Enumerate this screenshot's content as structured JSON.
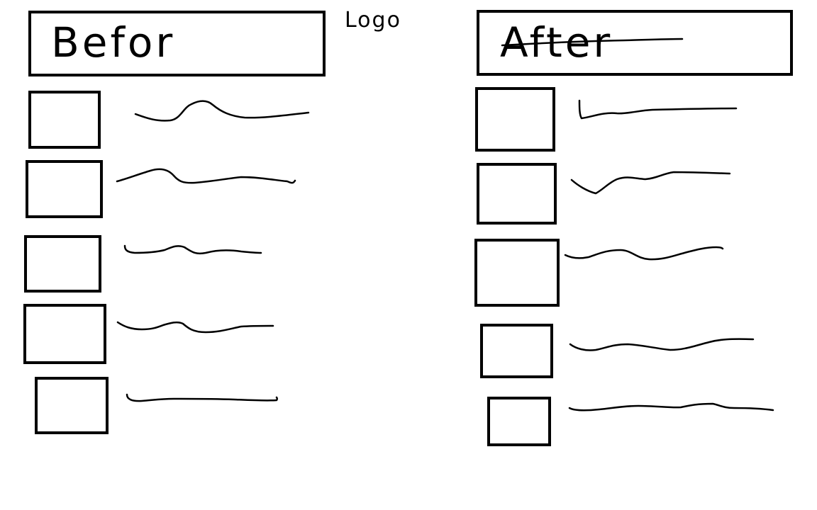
{
  "logo": {
    "label": "Logo"
  },
  "before_panel": {
    "title": "Befor",
    "rows": [
      {
        "kind": "image-placeholder"
      },
      {
        "kind": "image-placeholder"
      },
      {
        "kind": "image-placeholder"
      },
      {
        "kind": "image-placeholder"
      },
      {
        "kind": "image-placeholder"
      }
    ]
  },
  "after_panel": {
    "title": "After",
    "rows": [
      {
        "kind": "image-placeholder"
      },
      {
        "kind": "image-placeholder"
      },
      {
        "kind": "image-placeholder"
      },
      {
        "kind": "image-placeholder"
      },
      {
        "kind": "image-placeholder"
      }
    ]
  },
  "colors": {
    "ink": "#000000",
    "background": "#ffffff"
  }
}
